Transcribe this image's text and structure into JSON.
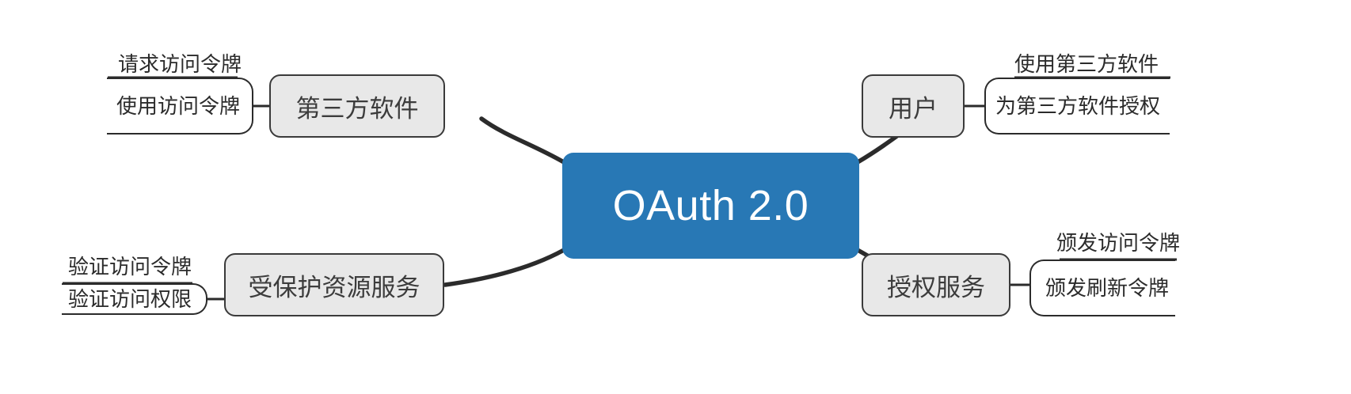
{
  "diagram": {
    "type": "mind-map",
    "title": "OAuth 2.0",
    "colors": {
      "root_fill": "#2878b5",
      "root_text": "#ffffff",
      "branch_fill": "#e8e8e8",
      "branch_border": "#3a3a3a",
      "line": "#2b2b2b",
      "background": "#ffffff"
    },
    "root": {
      "label": "OAuth 2.0"
    },
    "branches": [
      {
        "id": "third-party-software",
        "label": "第三方软件",
        "side": "left",
        "position": "top",
        "leaves": [
          {
            "id": "request-access-token",
            "label": "请求访问令牌"
          },
          {
            "id": "use-access-token",
            "label": "使用访问令牌"
          }
        ]
      },
      {
        "id": "protected-resource-service",
        "label": "受保护资源服务",
        "side": "left",
        "position": "bottom",
        "leaves": [
          {
            "id": "verify-access-token",
            "label": "验证访问令牌"
          },
          {
            "id": "verify-access-permission",
            "label": "验证访问权限"
          }
        ]
      },
      {
        "id": "user",
        "label": "用户",
        "side": "right",
        "position": "top",
        "leaves": [
          {
            "id": "use-third-party-software",
            "label": "使用第三方软件"
          },
          {
            "id": "authorize-third-party-software",
            "label": "为第三方软件授权"
          }
        ]
      },
      {
        "id": "authorization-service",
        "label": "授权服务",
        "side": "right",
        "position": "bottom",
        "leaves": [
          {
            "id": "issue-access-token",
            "label": "颁发访问令牌"
          },
          {
            "id": "issue-refresh-token",
            "label": "颁发刷新令牌"
          }
        ]
      }
    ]
  }
}
